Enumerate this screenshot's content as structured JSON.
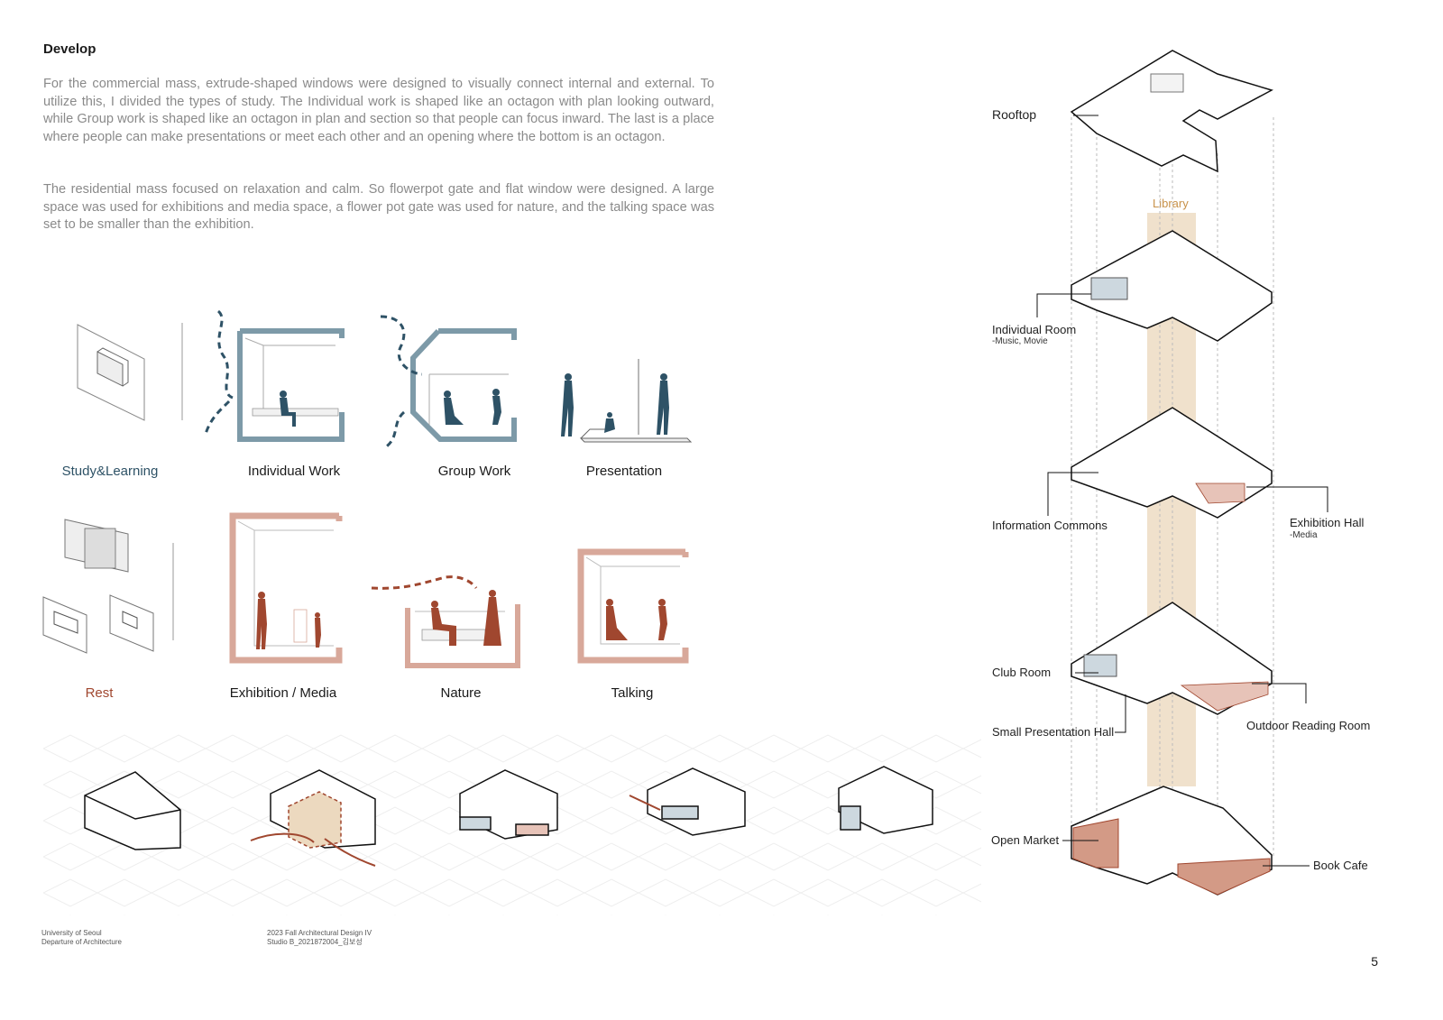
{
  "section_title": "Develop",
  "paragraphs": [
    "For the commercial mass, extrude-shaped windows were designed to visually connect internal and external. To utilize this, I divided the types of study. The Individual work is shaped like an octagon with plan looking outward, while Group work is shaped like an octagon in plan and section so that people can focus inward. The last is a place where people can make presentations or meet each other and an opening where the bottom is an octagon.",
    "The residential mass focused on relaxation and calm. So flowerpot gate and flat window were designed. A large space was used for exhibitions and media space, a flower pot gate was used for nature, and the talking space was set to be smaller than the exhibition."
  ],
  "study_row": {
    "category": "Study&Learning",
    "items": [
      "Individual Work",
      "Group Work",
      "Presentation"
    ]
  },
  "rest_row": {
    "category": "Rest",
    "items": [
      "Exhibition / Media",
      "Nature",
      "Talking"
    ]
  },
  "axon": {
    "library_label": "Library",
    "labels": {
      "rooftop": "Rooftop",
      "individual_room": "Individual Room",
      "individual_room_sub": "-Music, Movie",
      "information_commons": "Information Commons",
      "exhibition_hall": "Exhibition Hall",
      "exhibition_hall_sub": "-Media",
      "club_room": "Club Room",
      "small_presentation_hall": "Small Presentation Hall",
      "outdoor_reading_room": "Outdoor Reading Room",
      "open_market": "Open Market",
      "book_cafe": "Book Cafe"
    }
  },
  "footer": {
    "left_line1": "University of Seoul",
    "left_line2": "Departure of Architecture",
    "mid_line1": "2023 Fall Architectural Design IV",
    "mid_line2": "Studio B_2021872004_김보성",
    "page": "5"
  },
  "colors": {
    "study": "#2e5266",
    "rest": "#a0472f",
    "library_band": "#ecd9bf",
    "rest_fill": "#e7c3b8"
  }
}
